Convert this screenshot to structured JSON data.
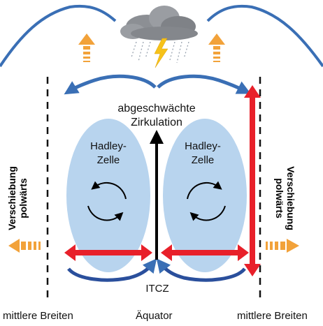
{
  "labels": {
    "center_top_line1": "abgeschwächte",
    "center_top_line2": "Zirkulation",
    "left_cell_line1": "Hadley-",
    "left_cell_line2": "Zelle",
    "right_cell_line1": "Hadley-",
    "right_cell_line2": "Zelle",
    "itcz": "ITCZ",
    "left_side_line1": "Verschiebung",
    "left_side_line2": "polwärts",
    "right_side_line1": "Verschiebung",
    "right_side_line2": "polwärts",
    "bottom_left": "mittlere Breiten",
    "bottom_center": "Äquator",
    "bottom_right": "mittlere Breiten"
  },
  "colors": {
    "cell_fill": "#b8d4ee",
    "jet_stream": "#3a6fb5",
    "expansion_arrow": "#e8202a",
    "poleward_arrow": "#f2a23a",
    "circulation_arrow": "#000000",
    "cloud": "#8c8f94",
    "lightning": "#f6c21a"
  },
  "icons": [
    "storm-cloud-icon",
    "lightning-bolt-icon"
  ]
}
